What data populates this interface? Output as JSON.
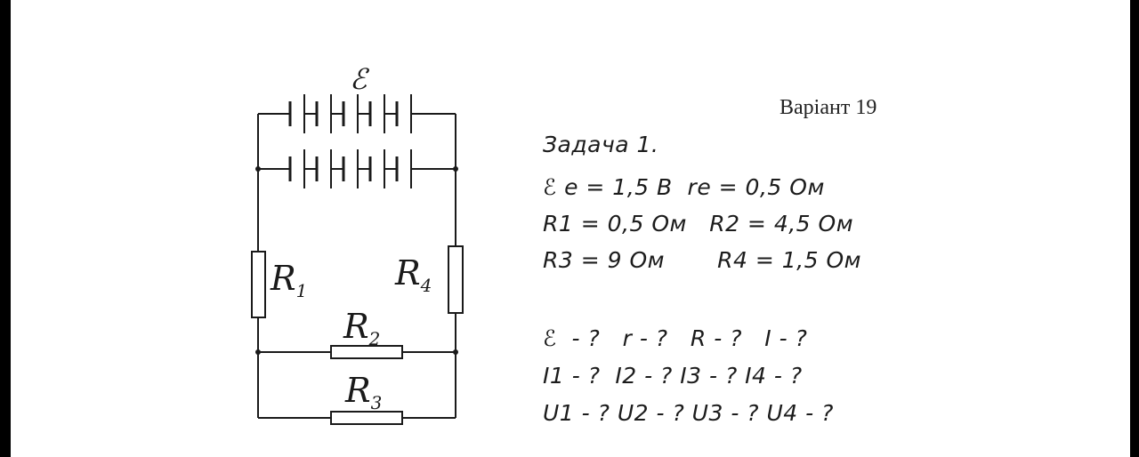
{
  "variant": "Варіант 19",
  "circuit": {
    "emf_symbol": "ℰ",
    "resistors": [
      {
        "letter": "R",
        "sub": "1"
      },
      {
        "letter": "R",
        "sub": "2"
      },
      {
        "letter": "R",
        "sub": "3"
      },
      {
        "letter": "R",
        "sub": "4"
      }
    ]
  },
  "task": {
    "title": "Задача 1.",
    "given": {
      "line1": "ℰ e = 1,5 В  re = 0,5 Ом",
      "line2": "R1 = 0,5 Ом   R2 = 4,5 Ом",
      "line3": "R3 = 9 Ом       R4 = 1,5 Ом"
    },
    "find": {
      "line1": "ℰ  - ?   r - ?   R - ?   I - ?",
      "line2": "I1 - ?  I2 - ? I3 - ? I4 - ?",
      "line3": "U1 - ? U2 - ? U3 - ? U4 - ?"
    }
  }
}
